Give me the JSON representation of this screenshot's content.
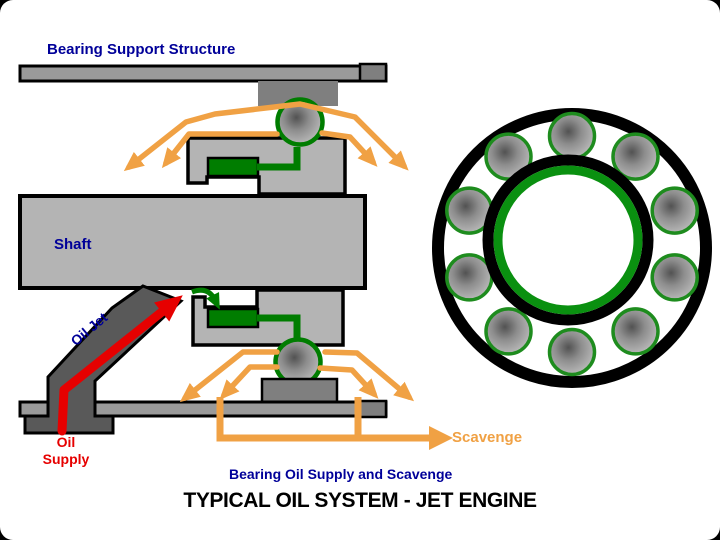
{
  "labels": {
    "bearing_support_structure": "Bearing Support Structure",
    "shaft": "Shaft",
    "oil_jet": "Oil Jet",
    "oil_supply_line1": "Oil",
    "oil_supply_line2": "Supply",
    "scavenge": "Scavenge",
    "caption": "Bearing Oil Supply and Scavenge",
    "title": "TYPICAL OIL SYSTEM - JET ENGINE"
  },
  "colors": {
    "navy": "#000099",
    "red": "#e60000",
    "orange": "#f0a144",
    "green-dark": "#007d00",
    "green-bright": "#0a9010",
    "green-ball": "#1e8c1e",
    "gray-light": "#b4b4b4",
    "gray-bar": "#9a9a9a",
    "gray-dark": "#7f7f7f",
    "duct": "#595959"
  },
  "diagram": {
    "bearing_front_view": {
      "ball_count": 10
    }
  }
}
